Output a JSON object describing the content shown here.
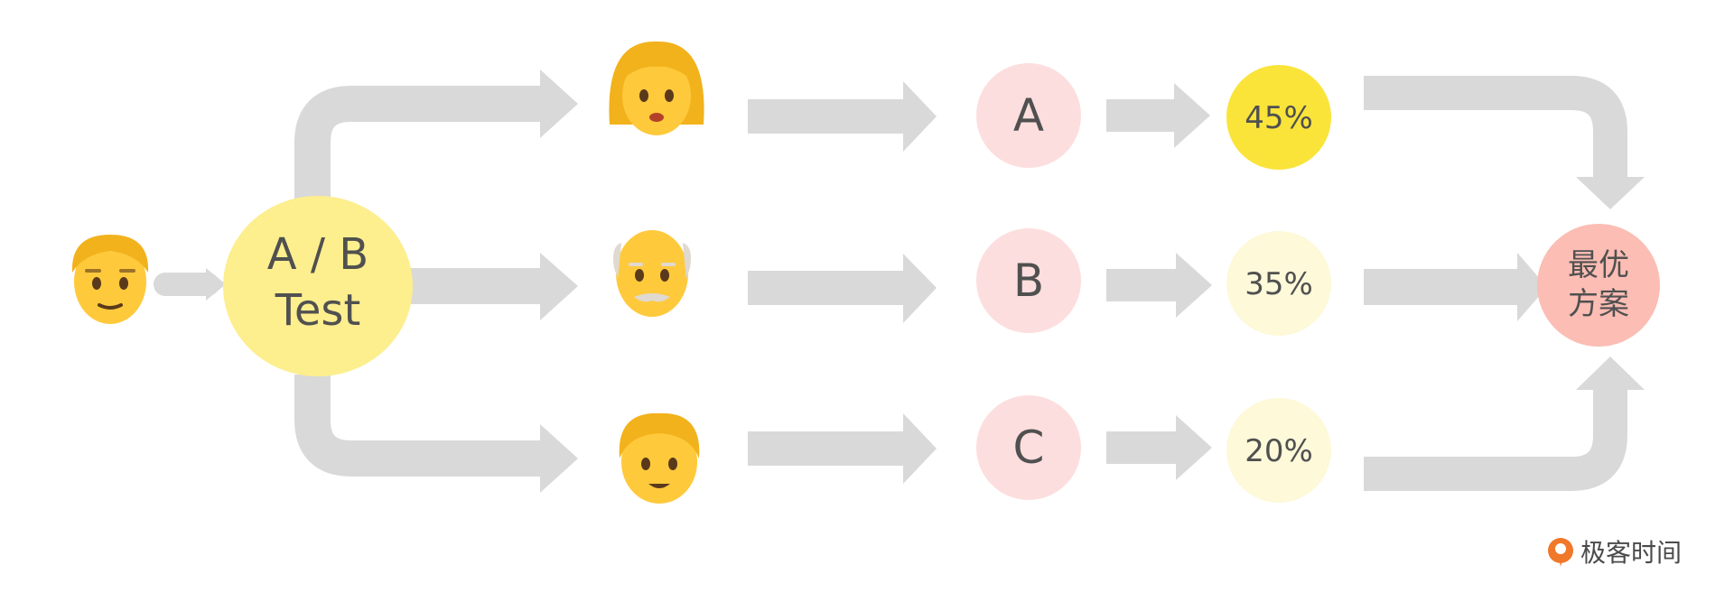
{
  "diagram": {
    "ab_test": {
      "line1": "A / B",
      "line2": "Test"
    },
    "variants": [
      {
        "label": "A",
        "rate": "45%"
      },
      {
        "label": "B",
        "rate": "35%"
      },
      {
        "label": "C",
        "rate": "20%"
      }
    ],
    "result": {
      "line1": "最优",
      "line2": "方案"
    },
    "colors": {
      "arrow": "#d9d9d9",
      "ab_test_fill": "#fdee8e",
      "variant_fill": "#fddede",
      "rate_top_fill": "#fae43a",
      "rate_fill": "#fdf9d9",
      "result_fill": "#fbbdb4",
      "text": "#505050"
    }
  },
  "branding": {
    "name": "极客时间",
    "logo_color": "#f0782a"
  }
}
